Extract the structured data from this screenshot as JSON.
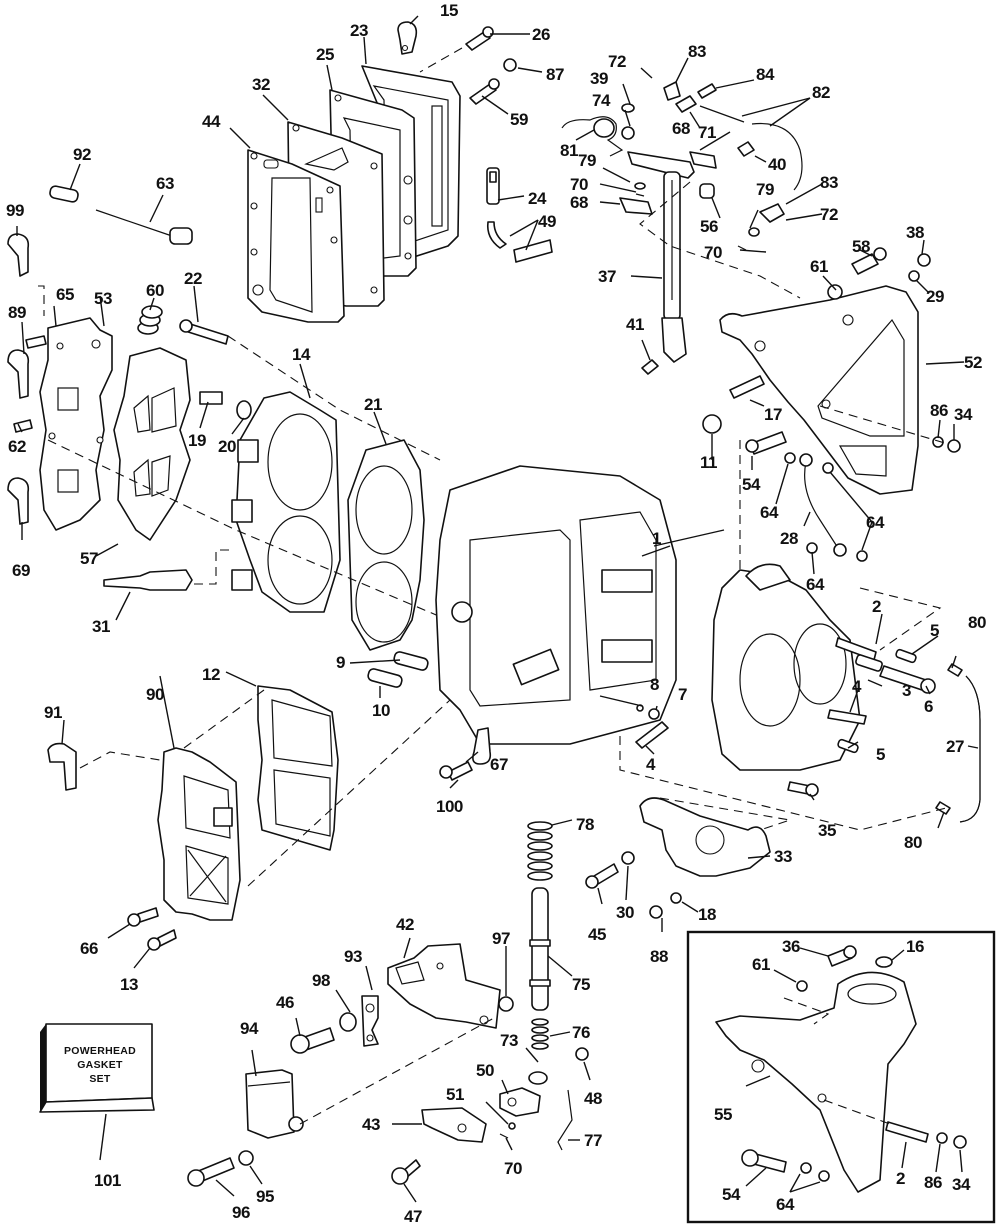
{
  "title": "Powerhead exploded parts diagram",
  "kit": {
    "line1": "POWERHEAD",
    "line2": "GASKET",
    "line3": "SET",
    "callout": "101"
  },
  "callouts": {
    "c1": "1",
    "c2a": "2",
    "c2b": "2",
    "c3": "3",
    "c4a": "4",
    "c4b": "4",
    "c5a": "5",
    "c5b": "5",
    "c6": "6",
    "c7": "7",
    "c8": "8",
    "c9": "9",
    "c10": "10",
    "c11": "11",
    "c12": "12",
    "c13": "13",
    "c14": "14",
    "c15": "15",
    "c16": "16",
    "c17": "17",
    "c18": "18",
    "c19": "19",
    "c20": "20",
    "c21": "21",
    "c22": "22",
    "c23": "23",
    "c24": "24",
    "c25": "25",
    "c26": "26",
    "c27": "27",
    "c28": "28",
    "c29": "29",
    "c30": "30",
    "c31": "31",
    "c32": "32",
    "c33": "33",
    "c34a": "34",
    "c34b": "34",
    "c35": "35",
    "c36": "36",
    "c37": "37",
    "c38": "38",
    "c39": "39",
    "c40": "40",
    "c41": "41",
    "c42": "42",
    "c43": "43",
    "c44": "44",
    "c45": "45",
    "c46": "46",
    "c47": "47",
    "c48": "48",
    "c49": "49",
    "c50": "50",
    "c51": "51",
    "c52": "52",
    "c53": "53",
    "c54a": "54",
    "c54b": "54",
    "c55": "55",
    "c56": "56",
    "c57": "57",
    "c58": "58",
    "c59": "59",
    "c60": "60",
    "c61a": "61",
    "c61b": "61",
    "c62": "62",
    "c63": "63",
    "c64a": "64",
    "c64b": "64",
    "c64c": "64",
    "c64d": "64",
    "c65": "65",
    "c66": "66",
    "c67": "67",
    "c68a": "68",
    "c68b": "68",
    "c69": "69",
    "c70a": "70",
    "c70b": "70",
    "c70c": "70",
    "c71": "71",
    "c72a": "72",
    "c72b": "72",
    "c73": "73",
    "c74": "74",
    "c75": "75",
    "c76": "76",
    "c77": "77",
    "c78": "78",
    "c79a": "79",
    "c79b": "79",
    "c80a": "80",
    "c80b": "80",
    "c81": "81",
    "c82": "82",
    "c83a": "83",
    "c83b": "83",
    "c84": "84",
    "c86a": "86",
    "c86b": "86",
    "c87": "87",
    "c88": "88",
    "c89": "89",
    "c90": "90",
    "c91": "91",
    "c92": "92",
    "c93": "93",
    "c94": "94",
    "c95": "95",
    "c96": "96",
    "c97": "97",
    "c98": "98",
    "c99": "99",
    "c100": "100"
  }
}
